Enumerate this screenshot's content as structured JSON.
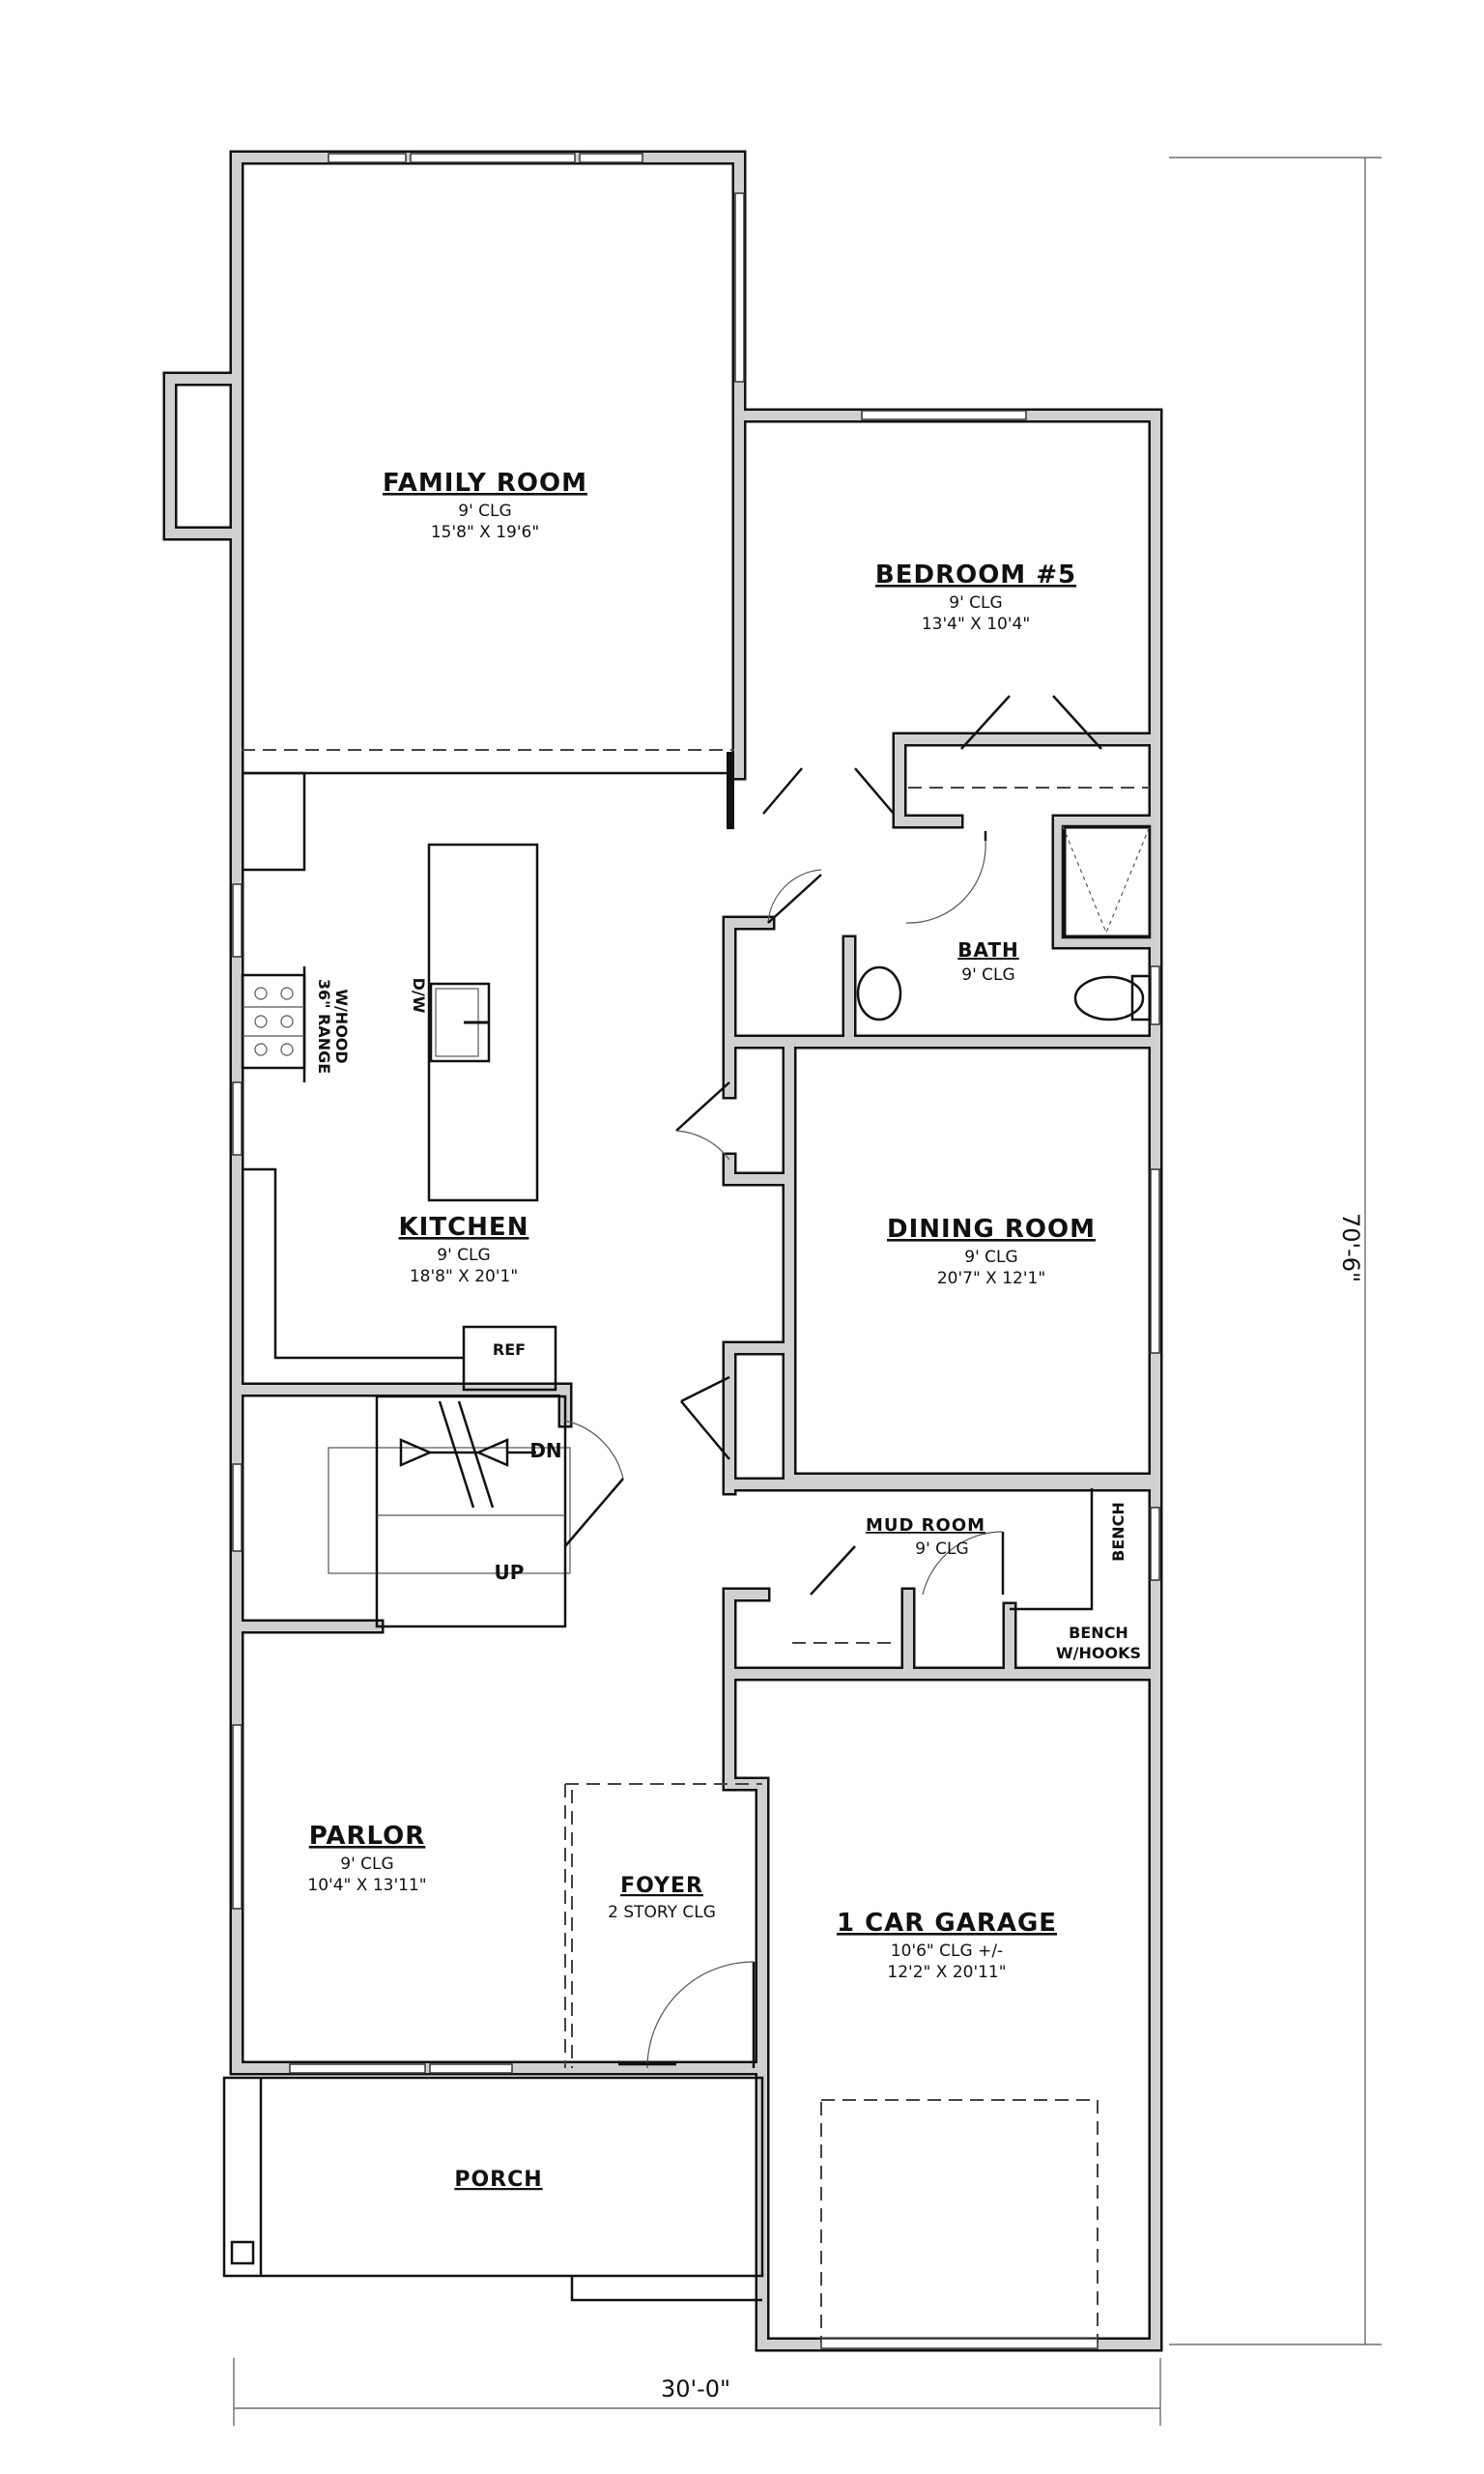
{
  "rooms": {
    "family_room": {
      "name": "FAMILY ROOM",
      "ceiling": "9' CLG",
      "size": "15'8\" X 19'6\""
    },
    "bedroom5": {
      "name": "BEDROOM #5",
      "ceiling": "9' CLG",
      "size": "13'4\" X 10'4\""
    },
    "kitchen": {
      "name": "KITCHEN",
      "ceiling": "9' CLG",
      "size": "18'8\" X 20'1\""
    },
    "bath": {
      "name": "BATH",
      "ceiling": "9' CLG"
    },
    "dining_room": {
      "name": "DINING ROOM",
      "ceiling": "9' CLG",
      "size": "20'7\" X 12'1\""
    },
    "mud_room": {
      "name": "MUD ROOM",
      "ceiling": "9' CLG"
    },
    "parlor": {
      "name": "PARLOR",
      "ceiling": "9' CLG",
      "size": "10'4\" X 13'11\""
    },
    "foyer": {
      "name": "FOYER",
      "ceiling": "2 STORY CLG"
    },
    "garage": {
      "name": "1 CAR GARAGE",
      "ceiling": "10'6\" CLG +/-",
      "size": "12'2\" X 20'11\""
    },
    "porch": {
      "name": "PORCH"
    }
  },
  "fixtures": {
    "dw": "D/W",
    "range_line1": "36\" RANGE",
    "range_line2": "W/HOOD",
    "ref": "REF",
    "bench": "BENCH",
    "bench_hooks_line1": "BENCH",
    "bench_hooks_line2": "W/HOOKS",
    "stairs_down": "DN",
    "stairs_up": "UP"
  },
  "dimensions": {
    "width": "30'-0\"",
    "depth": "70'-6\""
  },
  "colors": {
    "wall_fill": "#d0d0d0",
    "line": "#111111"
  }
}
